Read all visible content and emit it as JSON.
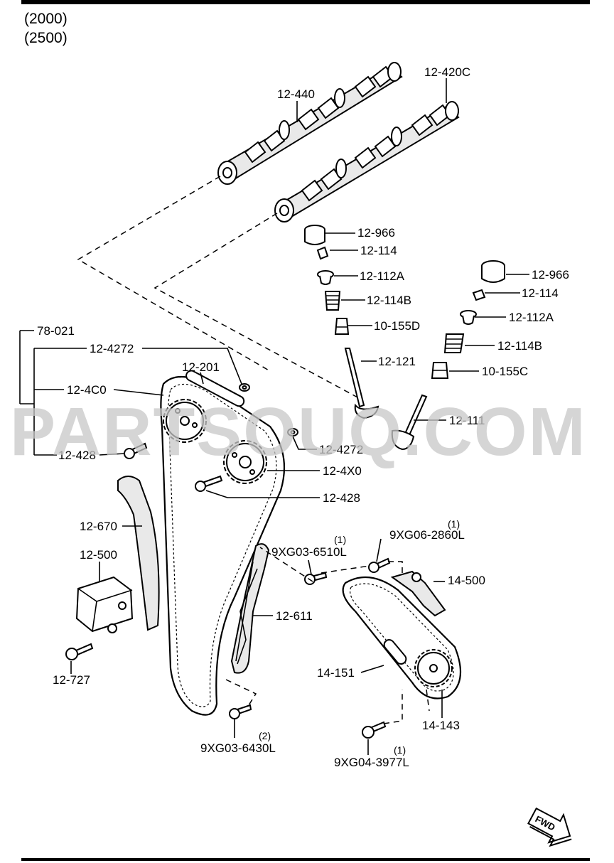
{
  "header": {
    "line1": "(2000)",
    "line2": "(2500)"
  },
  "watermark": "PARTSOUQ.COM",
  "fwd_badge": "FWD",
  "labels": {
    "cam_exhaust": "12-440",
    "cam_intake": "12-420C",
    "tappet_a": "12-966",
    "key_a": "12-114",
    "seat_a": "12-112A",
    "spring_a": "12-114B",
    "seal_a": "10-155D",
    "valve_a": "12-121",
    "tappet_b": "12-966",
    "key_b": "12-114",
    "seat_b": "12-112A",
    "spring_b": "12-114B",
    "seal_b": "10-155C",
    "valve_b": "12-111",
    "kit": "78-021",
    "washer_top": "12-4272",
    "chain": "12-201",
    "sprocket_exhaust": "12-4C0",
    "bolt_left": "12-428",
    "washer_mid": "12-4272",
    "sprocket_intake": "12-4X0",
    "bolt_mid": "12-428",
    "guide_left": "12-670",
    "tensioner": "12-500",
    "bolt_tensioner": "12-727",
    "guide_right": "12-611",
    "bolt_guide_right": "9XG03-6510L",
    "bolt_guide_right_qty": "(1)",
    "bolt_guide_bottom": "9XG03-6430L",
    "bolt_guide_bottom_qty": "(2)",
    "bolt_oilpump_top": "9XG06-2860L",
    "bolt_oilpump_top_qty": "(1)",
    "oilpump_tensioner": "14-500",
    "oilpump_chain": "14-151",
    "oilpump_sprocket": "14-143",
    "bolt_oilpump_sprocket": "9XG04-3977L",
    "bolt_oilpump_sprocket_qty": "(1)"
  }
}
